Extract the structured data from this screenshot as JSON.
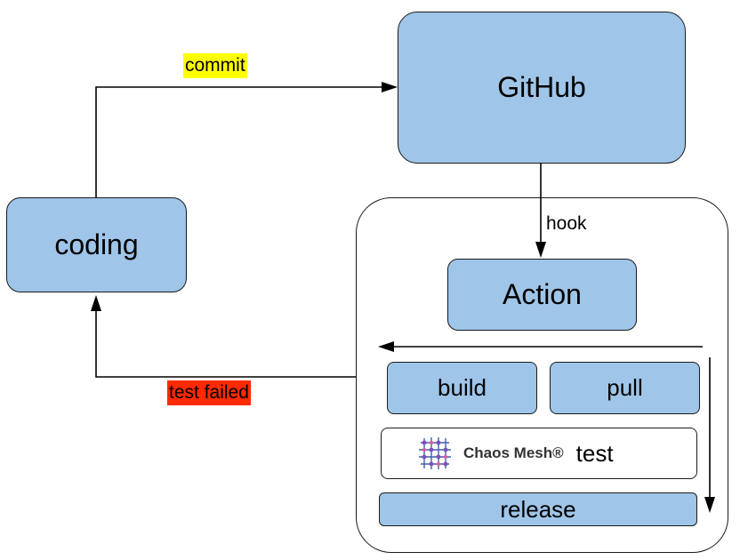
{
  "nodes": {
    "coding": "coding",
    "github": "GitHub",
    "action": "Action",
    "build": "build",
    "pull": "pull",
    "test": "test",
    "release": "release"
  },
  "edges": {
    "commit": "commit",
    "hook": "hook",
    "test_failed": "test failed"
  },
  "logo": {
    "text": "Chaos Mesh®"
  },
  "colors": {
    "box_fill": "#9fc5e8",
    "commit_highlight": "#ffff00",
    "failed_highlight": "#ff2a00"
  }
}
